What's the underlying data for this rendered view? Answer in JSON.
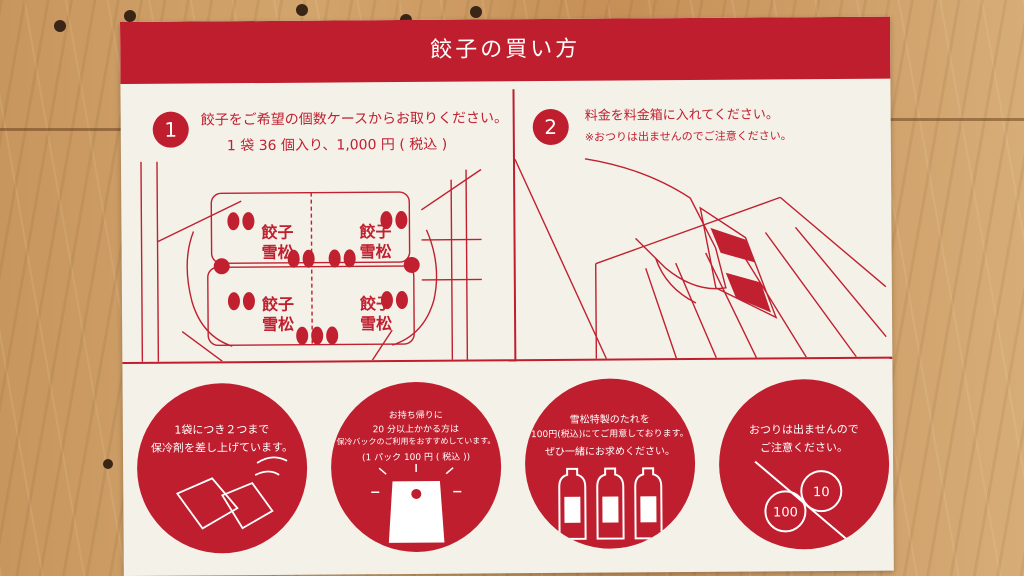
{
  "header": {
    "title": "餃子の買い方"
  },
  "step1": {
    "number": "1",
    "line1": "餃子をご希望の個数ケースからお取りください。",
    "line2": "1 袋 36 個入り、1,000 円 ( 税込 )"
  },
  "step2": {
    "number": "2",
    "line1": "料金を料金箱に入れてください。",
    "note": "※おつりは出ませんのでご注意ください。"
  },
  "packaging": {
    "label_main": "雪松",
    "label_sub": "餃子"
  },
  "circles": [
    {
      "lines": [
        "1袋につき２つまで",
        "保冷剤を差し上げています。"
      ],
      "icon": "ice-pack-icon"
    },
    {
      "lines": [
        "お持ち帰りに",
        "20 分以上かかる方は",
        "保冷バックのご利用をおすすめしています。",
        "(1 パック 100 円 ( 税込 ))"
      ],
      "icon": "cooler-bag-icon"
    },
    {
      "lines": [
        "雪松特製のたれを",
        "100円(税込)にてご用意しております。",
        "ぜひ一緒にお求めください。"
      ],
      "icon": "sauce-bottles-icon"
    },
    {
      "lines": [
        "おつりは出ませんので",
        "ご注意ください。"
      ],
      "icon": "no-change-coins-icon"
    }
  ],
  "colors": {
    "brand_red": "#bf1e2e",
    "paper": "#f4f1e9",
    "wood": "#c99a63"
  }
}
